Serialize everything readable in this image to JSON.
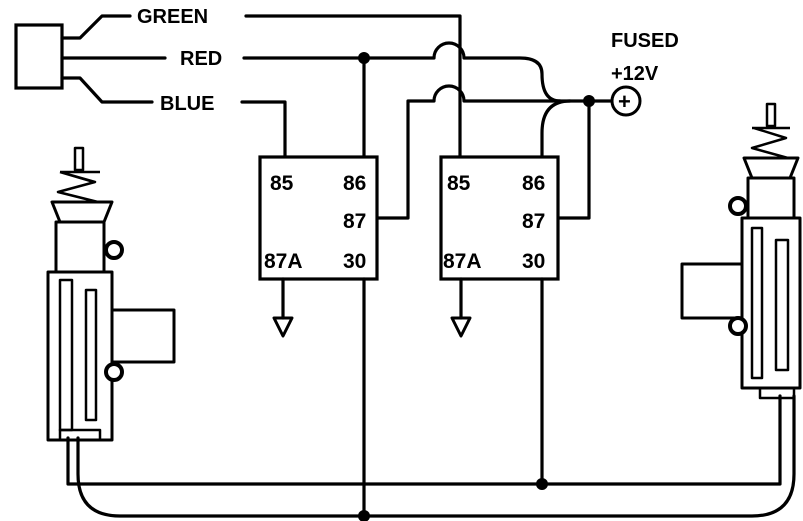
{
  "wires": {
    "green": "GREEN",
    "red": "RED",
    "blue": "BLUE"
  },
  "power": {
    "line1": "FUSED",
    "line2": "+12V",
    "symbol": "+"
  },
  "relays": [
    {
      "pins": {
        "p85": "85",
        "p86": "86",
        "p87": "87",
        "p87a": "87A",
        "p30": "30"
      }
    },
    {
      "pins": {
        "p85": "85",
        "p86": "86",
        "p87": "87",
        "p87a": "87A",
        "p30": "30"
      }
    }
  ],
  "components": {
    "switch": "connector-switch-icon",
    "actuator_left": "door-lock-actuator-icon",
    "actuator_right": "door-lock-actuator-icon",
    "ground": "ground-icon"
  },
  "colors": {
    "line": "#000000",
    "background": "#ffffff"
  }
}
